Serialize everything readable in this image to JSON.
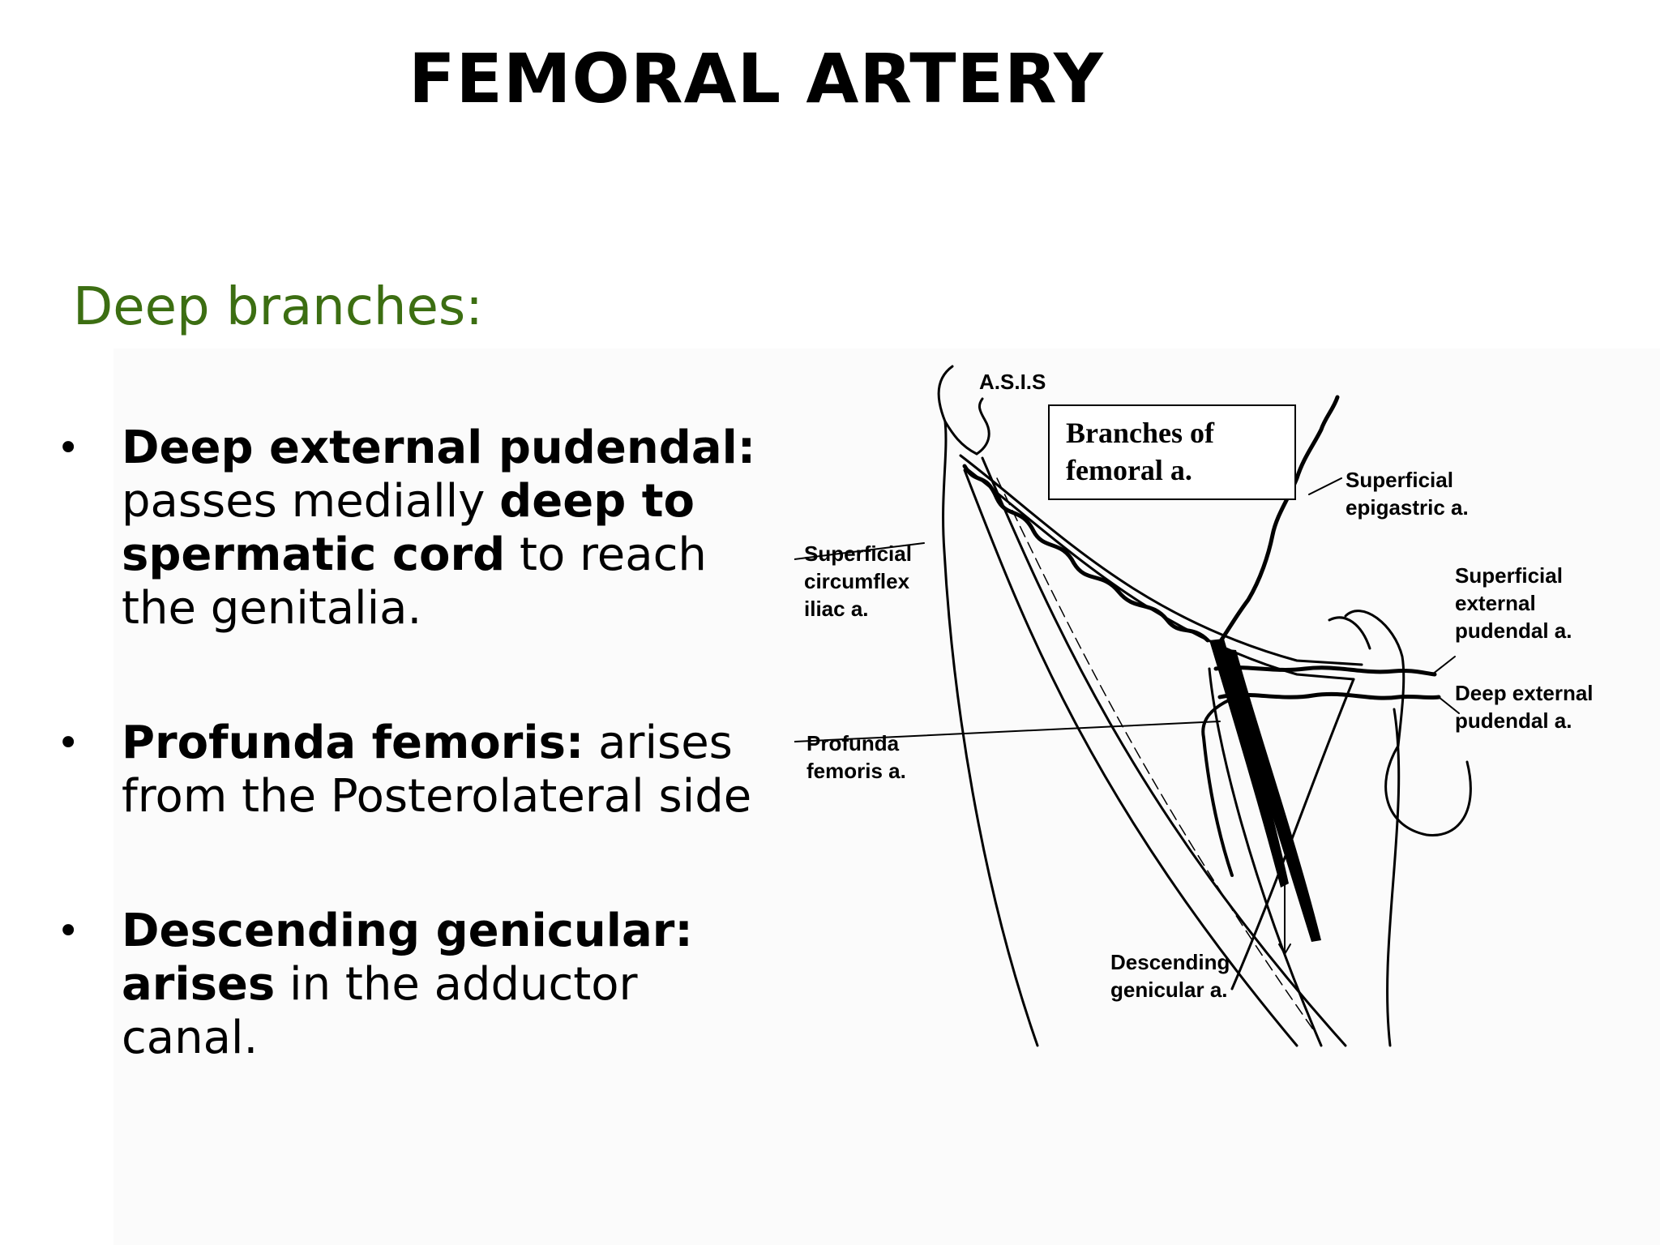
{
  "slide": {
    "title": "FEMORAL ARTERY",
    "subtitle": "Deep branches:"
  },
  "bullets": [
    {
      "marker": "•",
      "bold_lead": "Deep external pudendal:",
      "text_1": " passes medially ",
      "bold_mid": "deep to spermatic cord",
      "text_2": " to reach the genitalia."
    },
    {
      "marker": "•",
      "bold_lead": "Profunda femoris:",
      "text_1": " arises from the Posterolateral side"
    },
    {
      "marker": "•",
      "bold_lead": "Descending genicular:",
      "bold_mid": "arises",
      "text_1": "  in the adductor canal."
    }
  ],
  "figure": {
    "box_title_line1": "Branches of",
    "box_title_line2": "femoral a.",
    "labels": {
      "asis": "A.S.I.S",
      "superficial_circumflex_1": "Superficial",
      "superficial_circumflex_2": "circumflex",
      "superficial_circumflex_3": "iliac a.",
      "superficial_epigastric_1": "Superficial",
      "superficial_epigastric_2": "epigastric a.",
      "superficial_external_pudendal_1": "Superficial",
      "superficial_external_pudendal_2": "external",
      "superficial_external_pudendal_3": "pudendal a.",
      "deep_external_pudendal_1": "Deep external",
      "deep_external_pudendal_2": "pudendal a.",
      "profunda_1": "Profunda",
      "profunda_2": "femoris a.",
      "descending_genicular_1": "Descending",
      "descending_genicular_2": "genicular a."
    }
  },
  "colors": {
    "subtitle": "#3c6e12",
    "text": "#000000",
    "background": "#ffffff"
  }
}
